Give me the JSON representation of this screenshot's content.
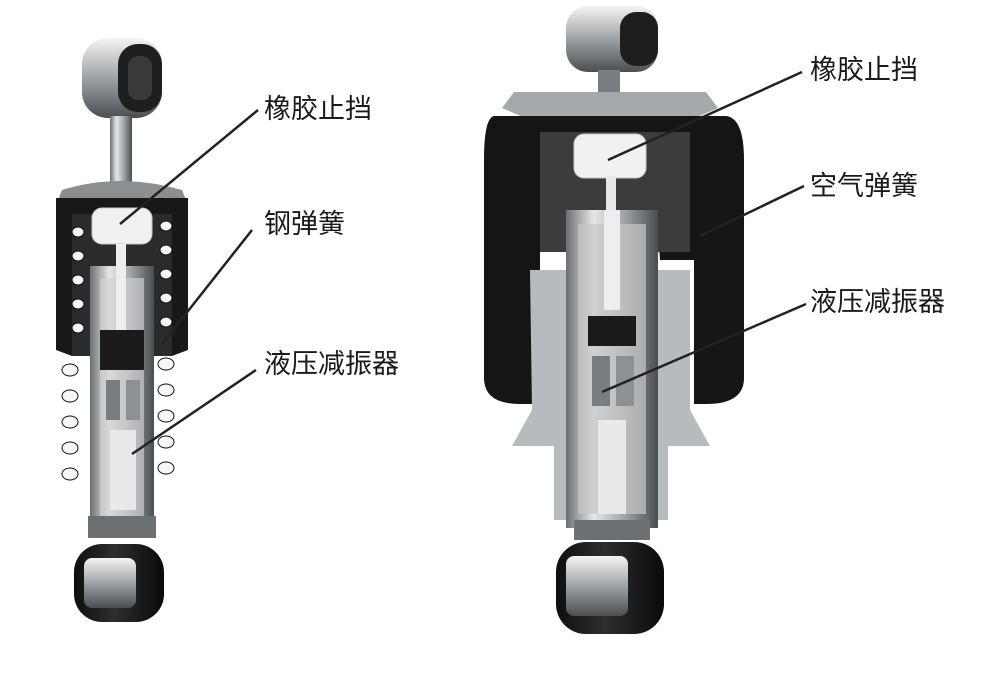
{
  "left_unit": {
    "labels": {
      "rubber_stop": "橡胶止挡",
      "steel_spring": "钢弹簧",
      "hydraulic_damper": "液压减振器"
    }
  },
  "right_unit": {
    "labels": {
      "rubber_stop": "橡胶止挡",
      "air_spring": "空气弹簧",
      "hydraulic_damper": "液压减振器"
    }
  },
  "colors": {
    "rubber_black": "#1c1c1c",
    "metal_light": "#c9cbcd",
    "metal_mid": "#9a9da0",
    "metal_dark": "#55585b",
    "rubber_stop_white": "#f1f1ef",
    "leader_line": "#222222"
  }
}
